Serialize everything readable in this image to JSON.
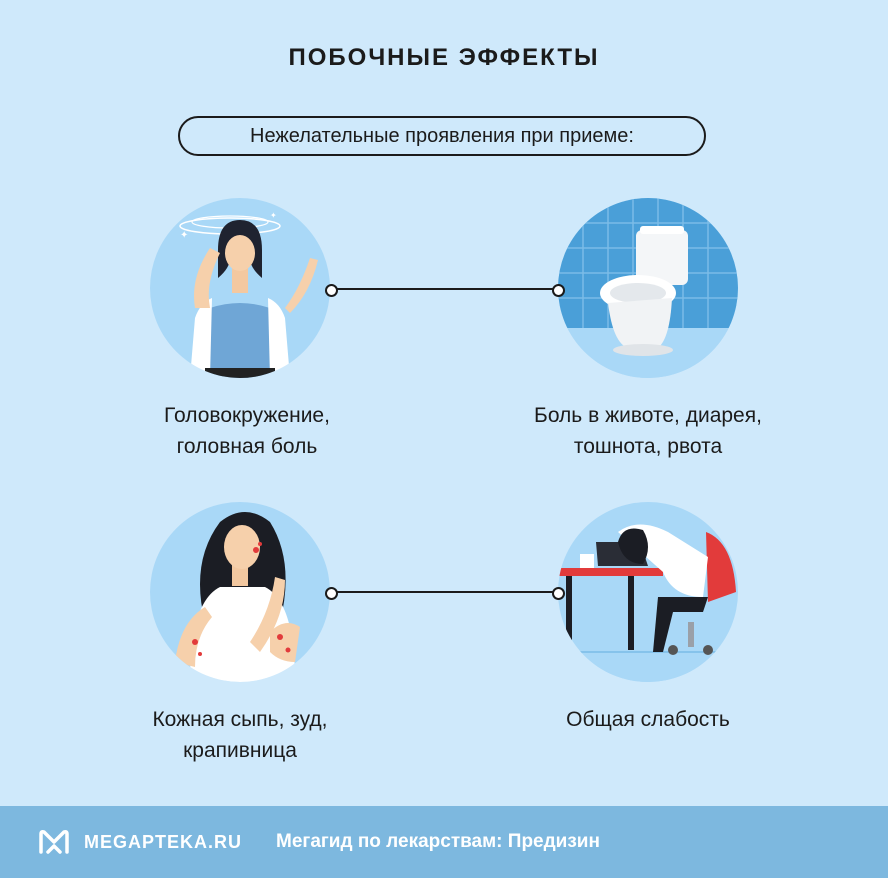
{
  "header": {
    "title": "ПОБОЧНЫЕ ЭФФЕКТЫ",
    "subtitle": "Нежелательные проявления при приеме:"
  },
  "effects": [
    {
      "line1": "Головокружение,",
      "line2": "головная боль",
      "icon": "dizzy-woman-icon"
    },
    {
      "line1": "Боль в животе, диарея,",
      "line2": "тошнота, рвота",
      "icon": "toilet-icon"
    },
    {
      "line1": "Кожная сыпь, зуд,",
      "line2": "крапивница",
      "icon": "skin-rash-woman-icon"
    },
    {
      "line1": "Общая слабость",
      "line2": "",
      "icon": "tired-woman-desk-icon"
    }
  ],
  "footer": {
    "brand": "MEGAPTEKA.RU",
    "text": "Мегагид по лекарствам: Предизин"
  },
  "colors": {
    "background": "#cfe9fb",
    "circle": "#a9d8f7",
    "footer": "#7db8df",
    "accent_red": "#e23b3b"
  }
}
